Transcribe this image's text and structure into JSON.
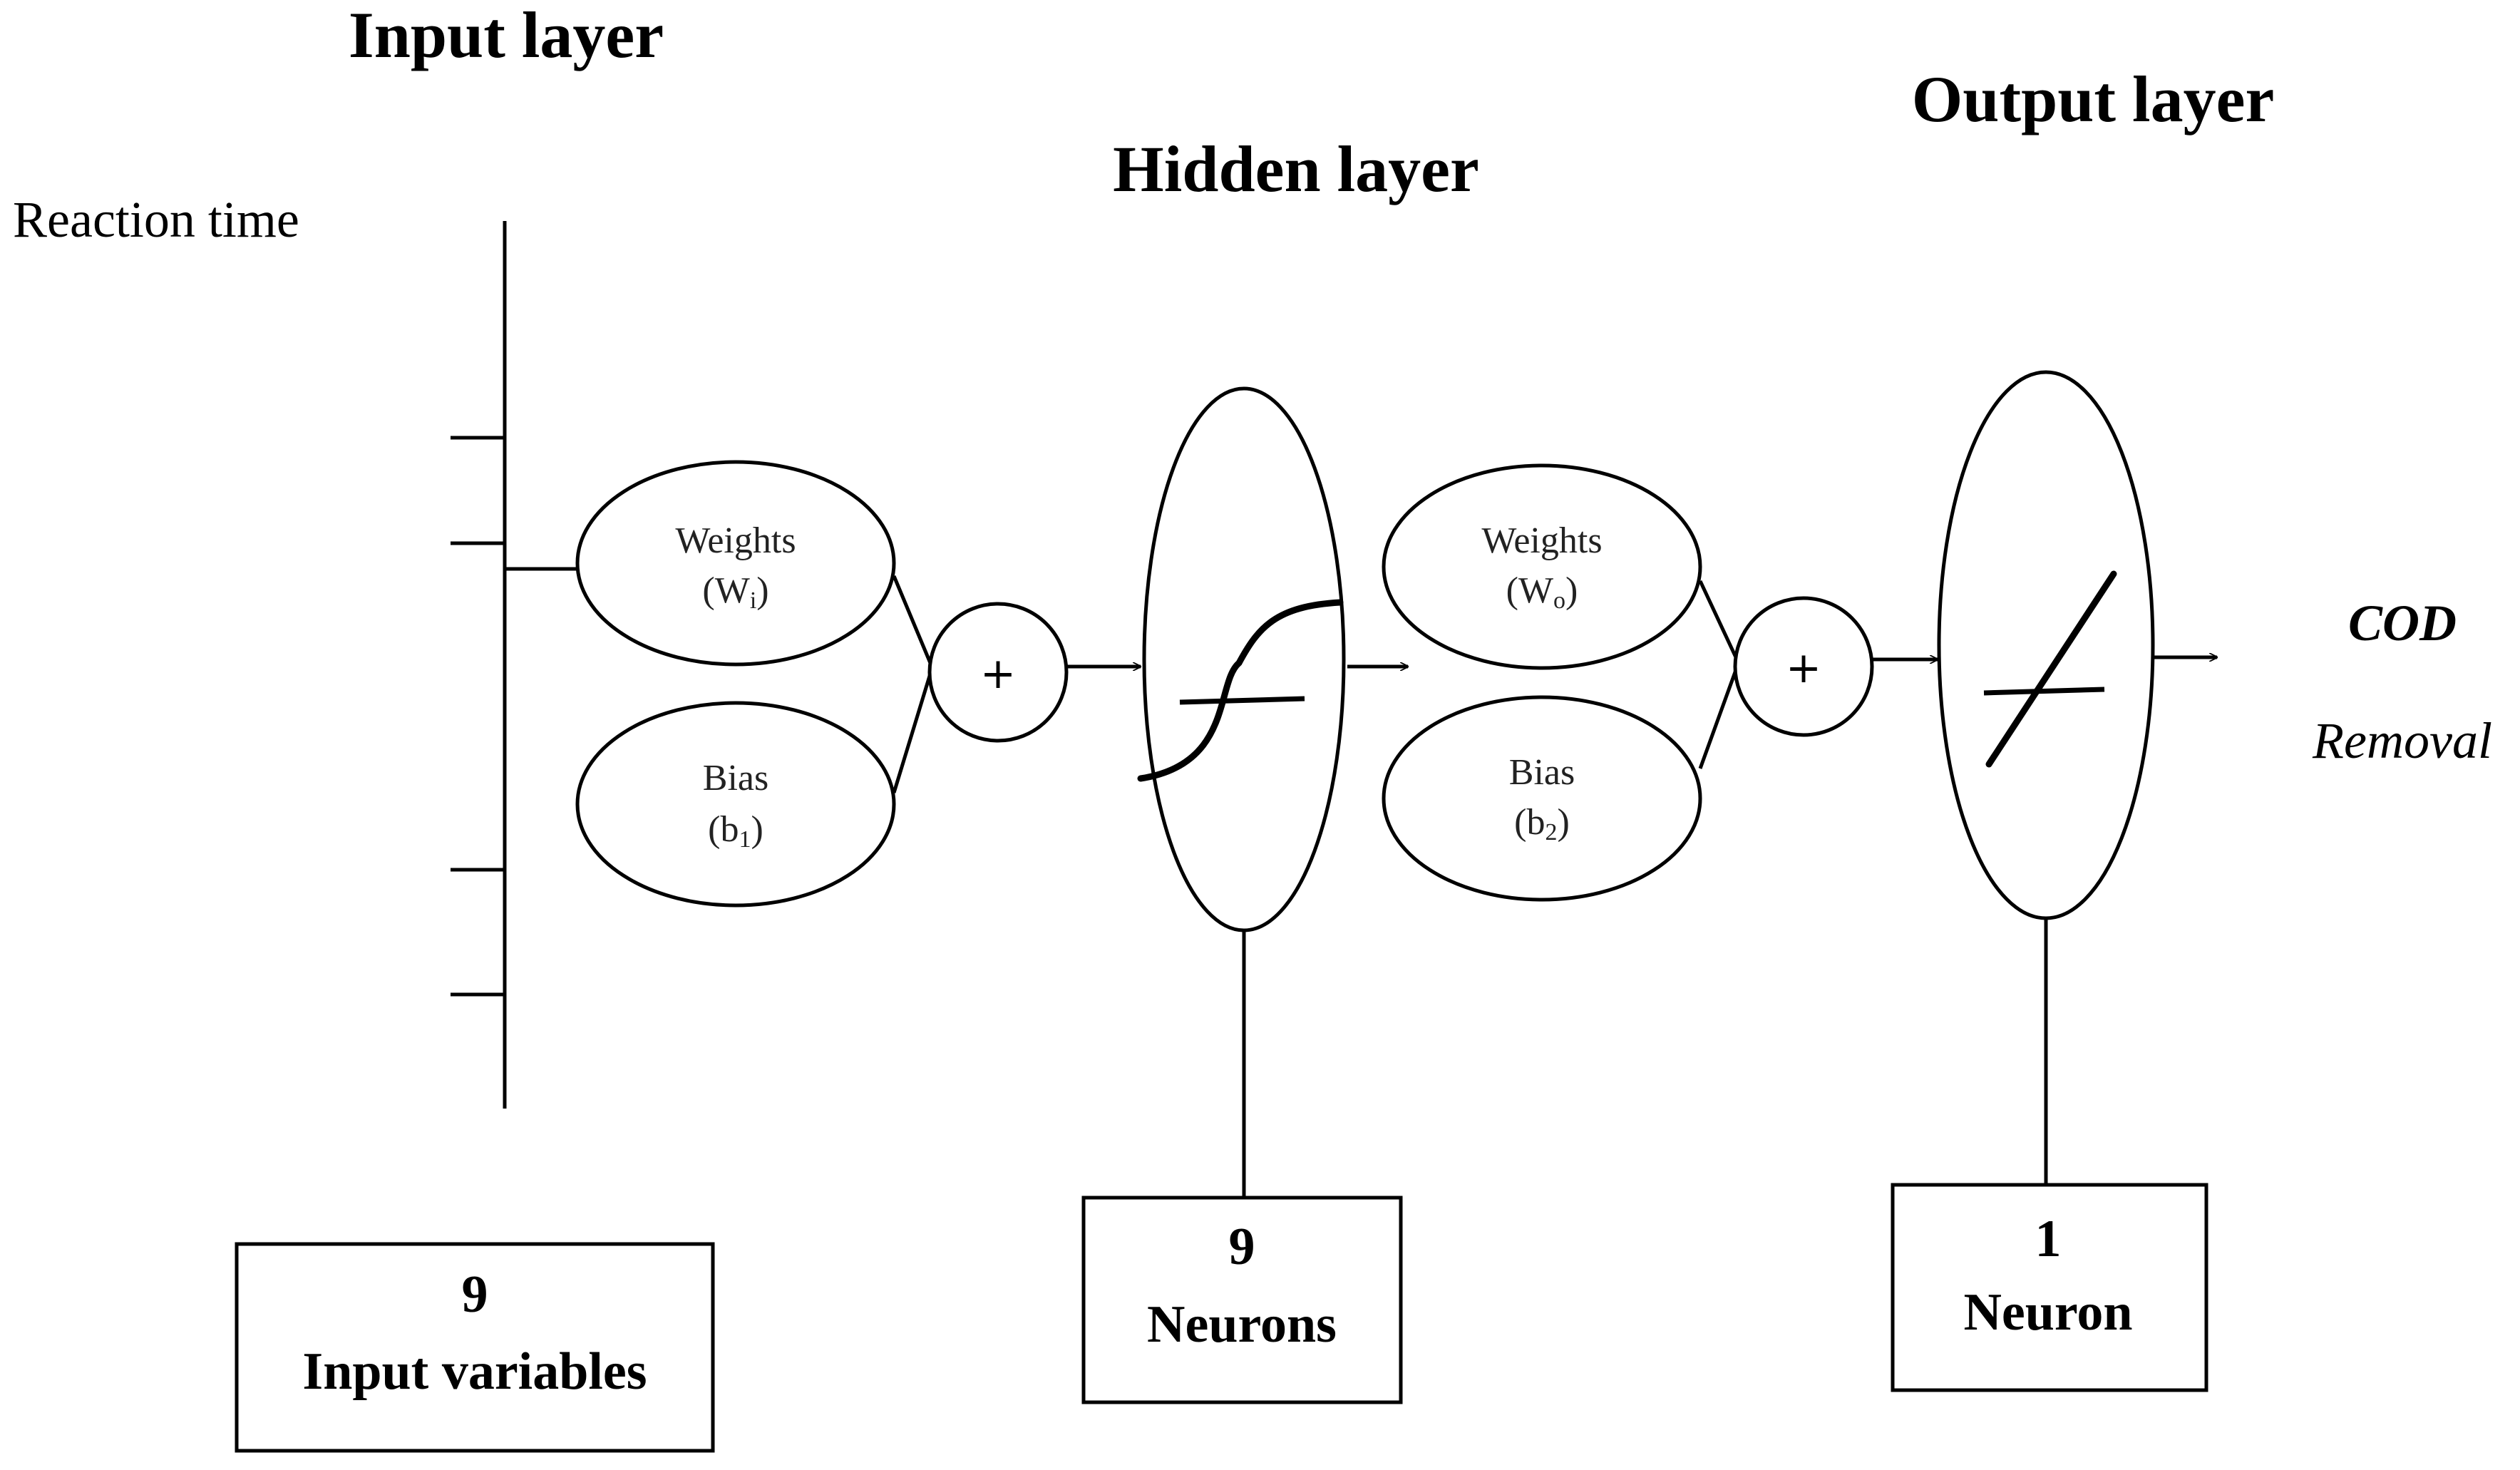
{
  "headings": {
    "input_layer": "Input layer",
    "hidden_layer": "Hidden layer",
    "output_layer": "Output layer"
  },
  "input": {
    "reaction_time": "Reaction time"
  },
  "hidden_block": {
    "weights_label": "Weights",
    "weights_symbol": "(W",
    "weights_sub": "i",
    "weights_close": ")",
    "bias_label": "Bias",
    "bias_symbol": "(b",
    "bias_sub": "1",
    "bias_close": ")",
    "sum_symbol": "+"
  },
  "output_block": {
    "weights_label": "Weights",
    "weights_symbol": "(W",
    "weights_sub": "o",
    "weights_close": ")",
    "bias_label": "Bias",
    "bias_symbol": "(b",
    "bias_sub": "2",
    "bias_close": ")",
    "sum_symbol": "+"
  },
  "output": {
    "name": "COD",
    "name2": "Removal"
  },
  "boxes": {
    "input": {
      "count": "9",
      "label": "Input variables"
    },
    "hidden": {
      "count": "9",
      "label": "Neurons"
    },
    "output": {
      "count": "1",
      "label": "Neuron"
    }
  }
}
